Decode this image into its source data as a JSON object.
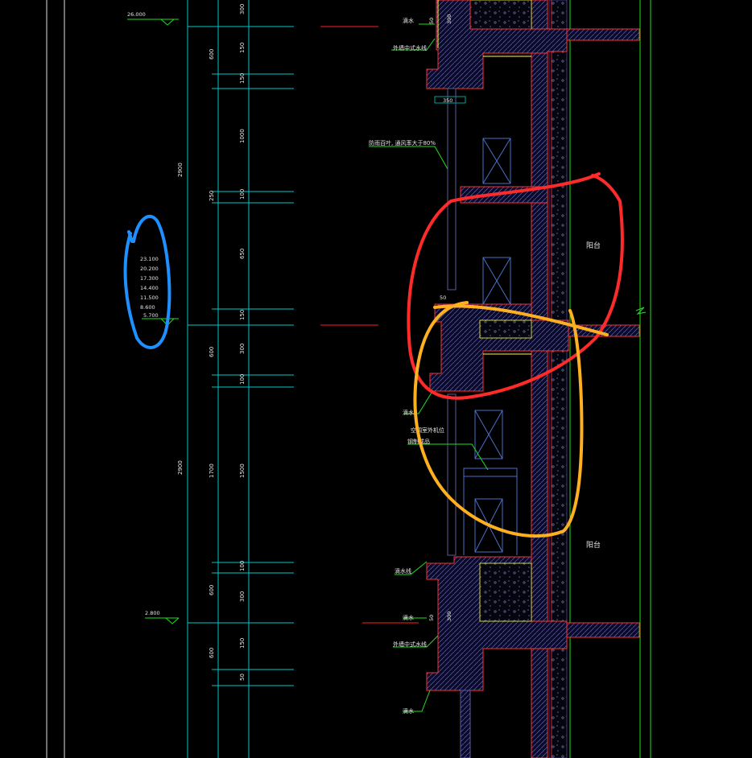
{
  "colors": {
    "background": "#000000",
    "dim_line": "#00c8c8",
    "dim_text": "#e6e6e6",
    "level_mark": "#20e020",
    "wall_hatch": "#3a3aa8",
    "concrete": "#ff3030",
    "finish": "#ffff40",
    "leader": "#20e020",
    "markup_red": "#ff2a2a",
    "markup_orange": "#ffb020",
    "markup_blue": "#1e90ff",
    "section_line": "#ff2020",
    "window": "#4a70c8"
  },
  "levels": {
    "top": "26.000",
    "middle_list": [
      "23.100",
      "20.200",
      "17.300",
      "14.400",
      "11.500",
      "8.600",
      "5.700"
    ],
    "bottom": "2.800"
  },
  "dimensions": {
    "overall_left": [
      "2900",
      "2900"
    ],
    "col2": [
      "600",
      "250",
      "600",
      "1700",
      "600",
      "600"
    ],
    "col3": [
      "300",
      "150",
      "150",
      "1000",
      "100",
      "650",
      "150",
      "300",
      "100",
      "1500",
      "100",
      "300",
      "150",
      "50"
    ],
    "detail": [
      "50",
      "300",
      "350",
      "50",
      "300",
      "50"
    ]
  },
  "labels": {
    "drip_top": "滴水",
    "waterline_top": "外墙中式水线",
    "louver": "防雨百叶, 通风率大于80%",
    "balcony_upper": "阳台",
    "drip_mid": "滴水",
    "ac_note_line1": "空调室外机位",
    "ac_note_line2": "钢制成品",
    "balcony_lower": "阳台",
    "drip_lower_a": "滴水线",
    "drip_lower_b": "滴水",
    "waterline_bottom": "外墙中式水线",
    "drip_bottom": "滴水"
  }
}
